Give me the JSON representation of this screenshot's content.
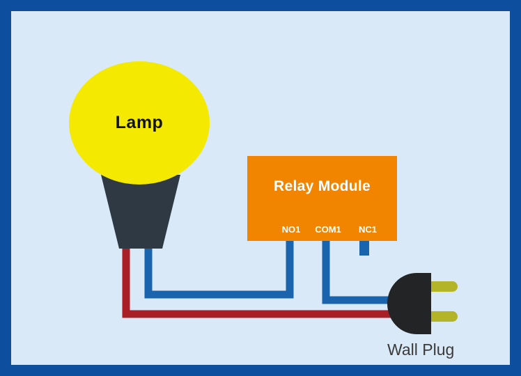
{
  "diagram": {
    "lamp": {
      "label": "Lamp"
    },
    "relay": {
      "title": "Relay Module",
      "terminals": {
        "no1": "NO1",
        "com1": "COM1",
        "nc1": "NC1"
      }
    },
    "wall_plug": {
      "label": "Wall Plug"
    },
    "colors": {
      "border": "#0d4f9e",
      "background": "#d9e9f8",
      "lamp_bulb": "#f4e900",
      "lamp_base": "#2e3944",
      "relay_body": "#f28500",
      "wire_live": "#a82025",
      "wire_blue": "#1a63ad",
      "plug_body": "#222426",
      "plug_prong": "#b4b429"
    }
  }
}
